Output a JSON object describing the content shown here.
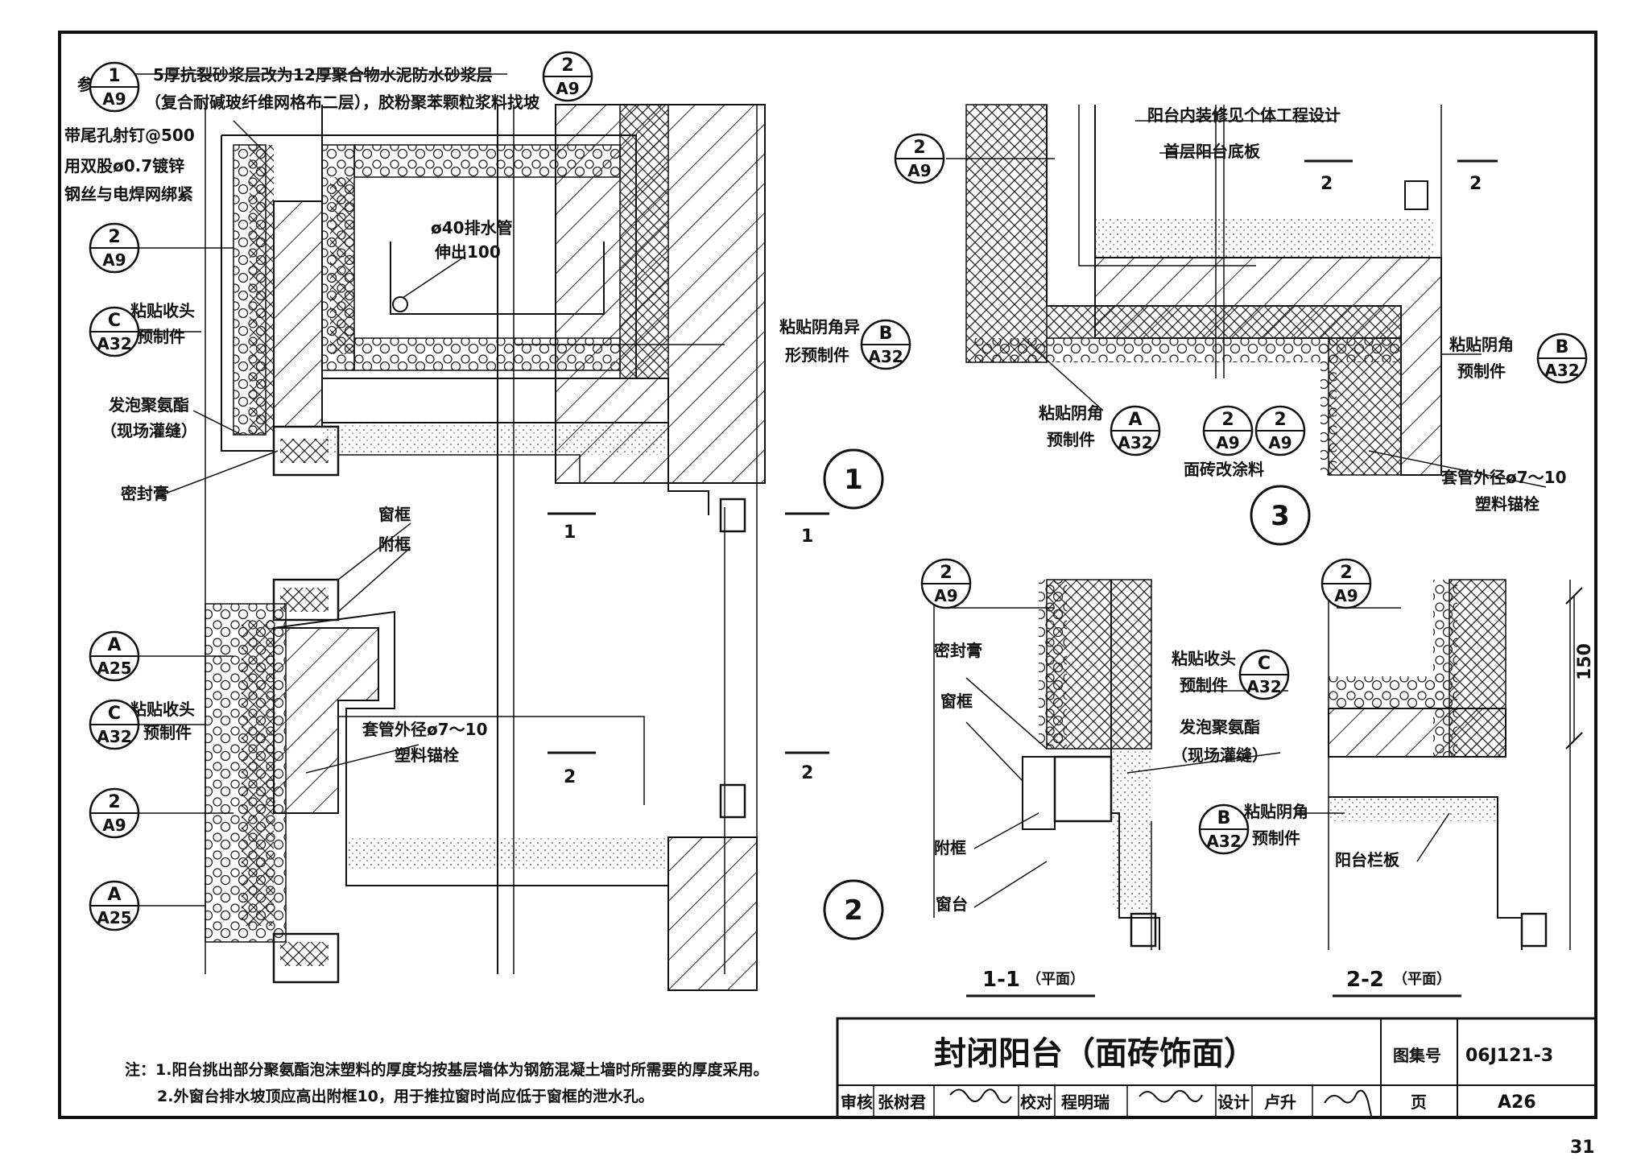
{
  "top_note": {
    "prefix": "参",
    "line1": "5厚抗裂砂浆层改为12厚聚合物水泥防水砂浆层",
    "line2": "（复合耐碱玻纤维网格布二层），胶粉聚苯颗粒浆料找坡"
  },
  "refs": {
    "r1": {
      "num": "1",
      "sheet": "A9"
    },
    "r2": {
      "num": "2",
      "sheet": "A9"
    },
    "rA25": {
      "num": "A",
      "sheet": "A25"
    },
    "rC32": {
      "num": "C",
      "sheet": "A32"
    },
    "rB32": {
      "num": "B",
      "sheet": "A32"
    },
    "rA32": {
      "num": "A",
      "sheet": "A32"
    }
  },
  "labels": {
    "nail_1": "带尾孔射钉@500",
    "nail_2": "用双股ø0.7镀锌",
    "nail_3": "钢丝与电焊网绑紧",
    "drain_1": "ø40排水管",
    "drain_2": "伸出100",
    "closure_1": "粘贴收头",
    "closure_2": "预制件",
    "special_1": "粘贴阴角异",
    "special_2": "形预制件",
    "foam_1": "发泡聚氨酯",
    "foam_2": "（现场灌缝）",
    "sealant": "密封膏",
    "window_frame": "窗框",
    "sub_frame": "附框",
    "anchor_1": "套管外径ø7～10",
    "anchor_2": "塑料锚栓",
    "interior": "阳台内装修见个体工程设计",
    "bottom_slab": "首层阳台底板",
    "yin_1": "粘贴阴角",
    "yin_2": "预制件",
    "tile_paint": "面砖改涂料",
    "sill": "窗台",
    "parapet": "阳台栏板",
    "dim_150": "150"
  },
  "section_marks": {
    "s1": "1",
    "s2": "2"
  },
  "detail_numbers": {
    "d1": "1",
    "d2": "2",
    "d3": "3"
  },
  "section_titles": {
    "t11": "1-1",
    "t22": "2-2",
    "plan": "（平面）"
  },
  "notes": {
    "n1": "注：1.阳台挑出部分聚氨酯泡沫塑料的厚度均按基层墙体为钢筋混凝土墙时所需要的厚度采用。",
    "n2": "2.外窗台排水坡顶应高出附框10，用于推拉窗时尚应低于窗框的泄水孔。"
  },
  "title_block": {
    "title": "封闭阳台（面砖饰面）",
    "atlas_label": "图集号",
    "atlas_no": "06J121-3",
    "review": "审核",
    "reviewer": "张树君",
    "check": "校对",
    "checker": "程明瑞",
    "design": "设计",
    "designer": "卢升",
    "page_label": "页",
    "page_no": "A26"
  },
  "sheet_number": "31"
}
